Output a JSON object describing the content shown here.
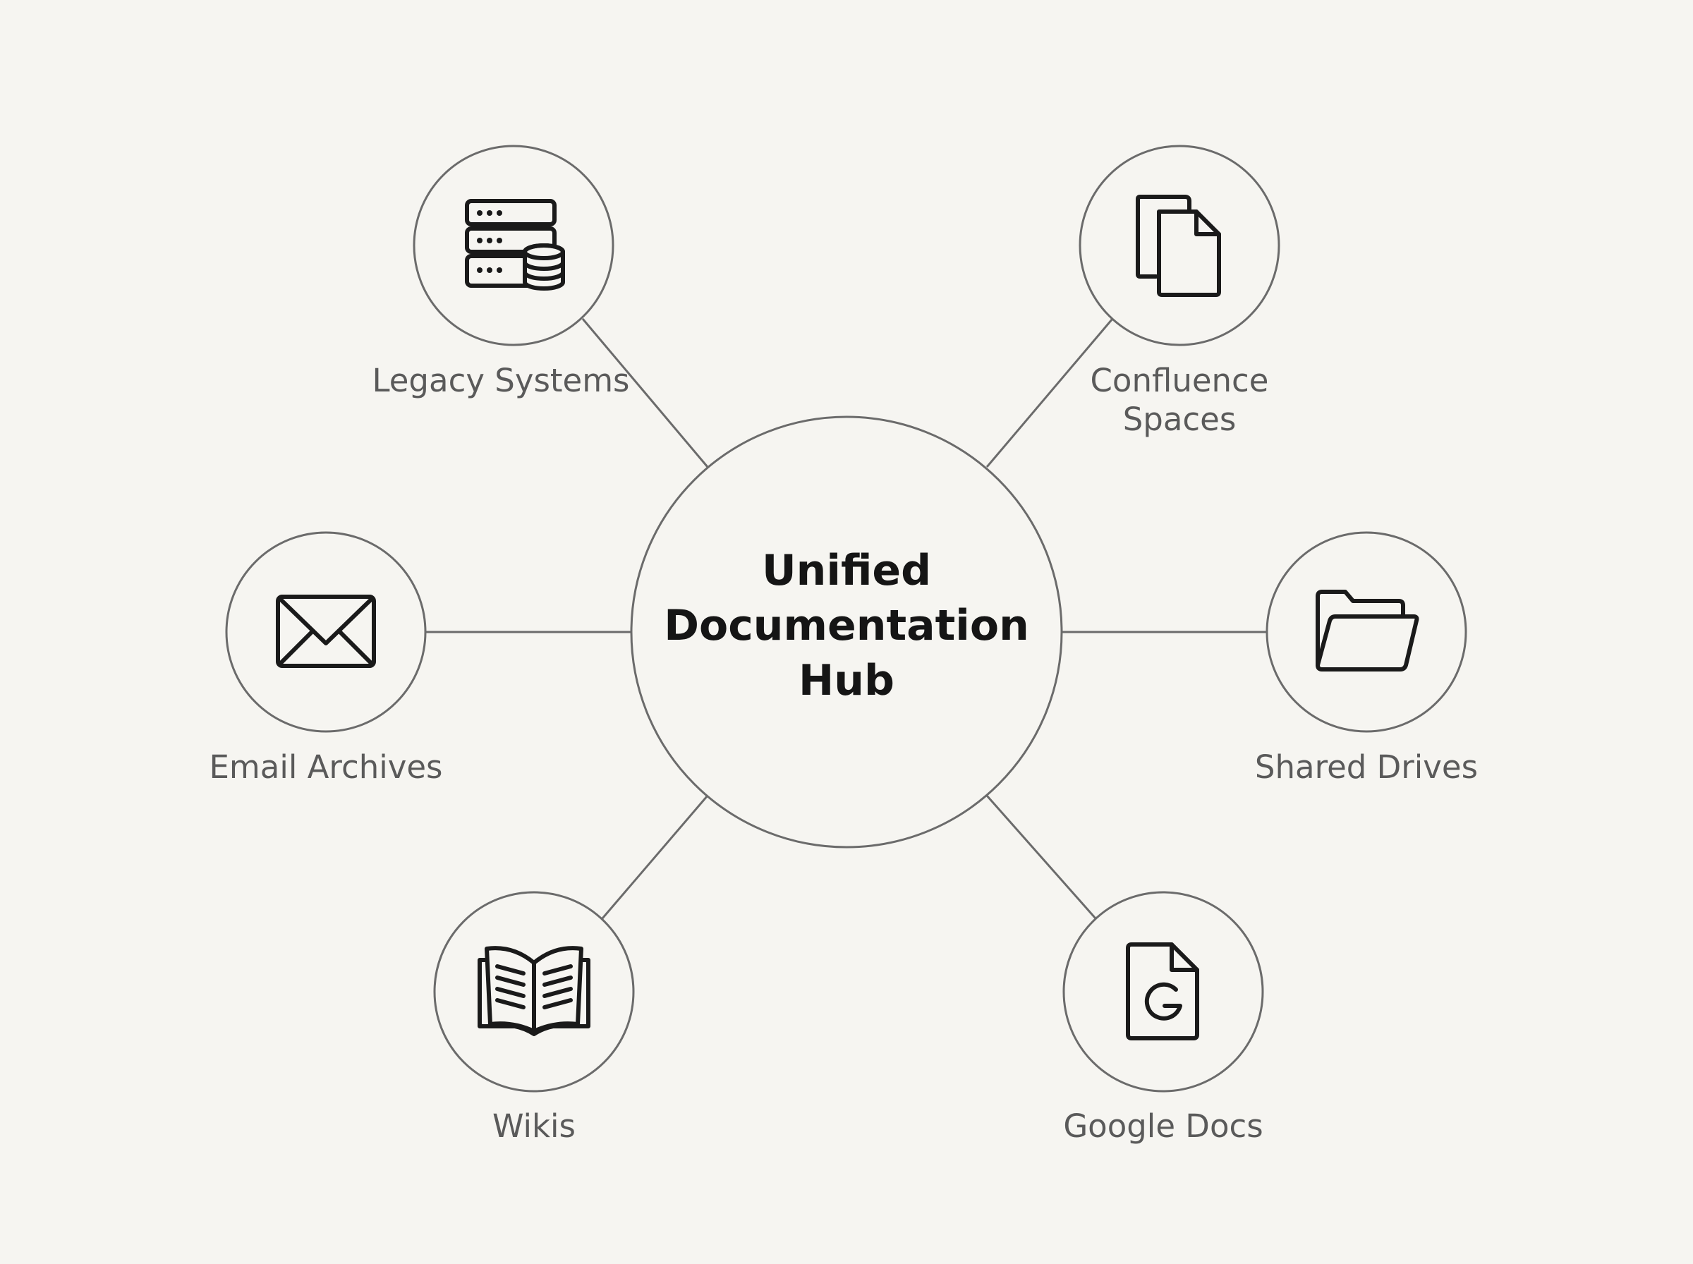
{
  "hub": {
    "title_lines": [
      "Unified",
      "Documentation",
      "Hub"
    ]
  },
  "sources": [
    {
      "id": "legacy-systems",
      "label_lines": [
        "Legacy Systems"
      ],
      "icon": "server-database-icon"
    },
    {
      "id": "confluence-spaces",
      "label_lines": [
        "Confluence",
        "Spaces"
      ],
      "icon": "documents-stack-icon"
    },
    {
      "id": "email-archives",
      "label_lines": [
        "Email Archives"
      ],
      "icon": "envelope-icon"
    },
    {
      "id": "shared-drives",
      "label_lines": [
        "Shared Drives"
      ],
      "icon": "folder-icon"
    },
    {
      "id": "wikis",
      "label_lines": [
        "Wikis"
      ],
      "icon": "open-book-icon"
    },
    {
      "id": "google-docs",
      "label_lines": [
        "Google Docs"
      ],
      "icon": "google-doc-icon"
    }
  ],
  "colors": {
    "background": "#f6f5f1",
    "circle_stroke": "#6b6b6b",
    "connector": "#6b6b6b",
    "icon": "#1a1a1a",
    "hub_text": "#151515",
    "label_text": "#5a5a5a"
  }
}
